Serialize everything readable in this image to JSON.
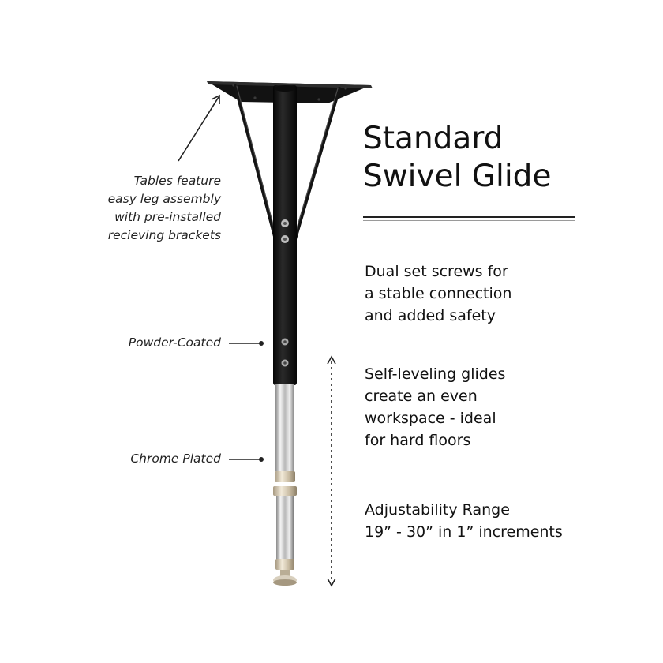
{
  "callouts": {
    "brackets": [
      "Tables feature",
      "easy leg assembly",
      "with pre-installed",
      "recieving brackets"
    ],
    "powder_coated": "Powder-Coated",
    "chrome_plated": "Chrome Plated"
  },
  "title": [
    "Standard",
    "Swivel Glide"
  ],
  "features": [
    [
      "Dual set screws for",
      "a stable connection",
      "and added safety"
    ],
    [
      "Self-leveling glides",
      "create an even",
      "workspace - ideal",
      "for hard floors"
    ],
    [
      "Adjustability Range",
      "19” - 30” in 1” increments"
    ]
  ],
  "colors": {
    "leg_black": "#161616",
    "chrome": "#c9c9c9",
    "text": "#111111",
    "accent_rule": "#222222"
  }
}
